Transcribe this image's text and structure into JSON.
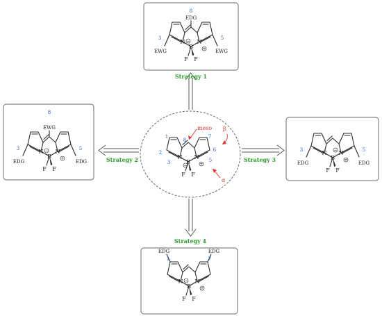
{
  "labels": {
    "strategy1": "Strategy 1",
    "strategy2": "Strategy 2",
    "strategy3": "Strategy 3",
    "strategy4": "Strategy 4",
    "meso": "meso",
    "beta": "β",
    "alpha": "α"
  },
  "atoms": {
    "n": "N",
    "b": "B",
    "f": "F"
  },
  "groups": {
    "edg": "EDG",
    "ewg": "EWG"
  },
  "positions": {
    "p1": "1",
    "p2": "2",
    "p3": "3",
    "p5": "5",
    "p6": "6",
    "p7": "7",
    "p8": "8"
  },
  "charges": {
    "minus": "−",
    "plus": "+"
  },
  "colors": {
    "strategy": "#2e9b2e",
    "position": "#1f5cc9",
    "annotation": "#d83b2f",
    "arrow": "#555555"
  }
}
